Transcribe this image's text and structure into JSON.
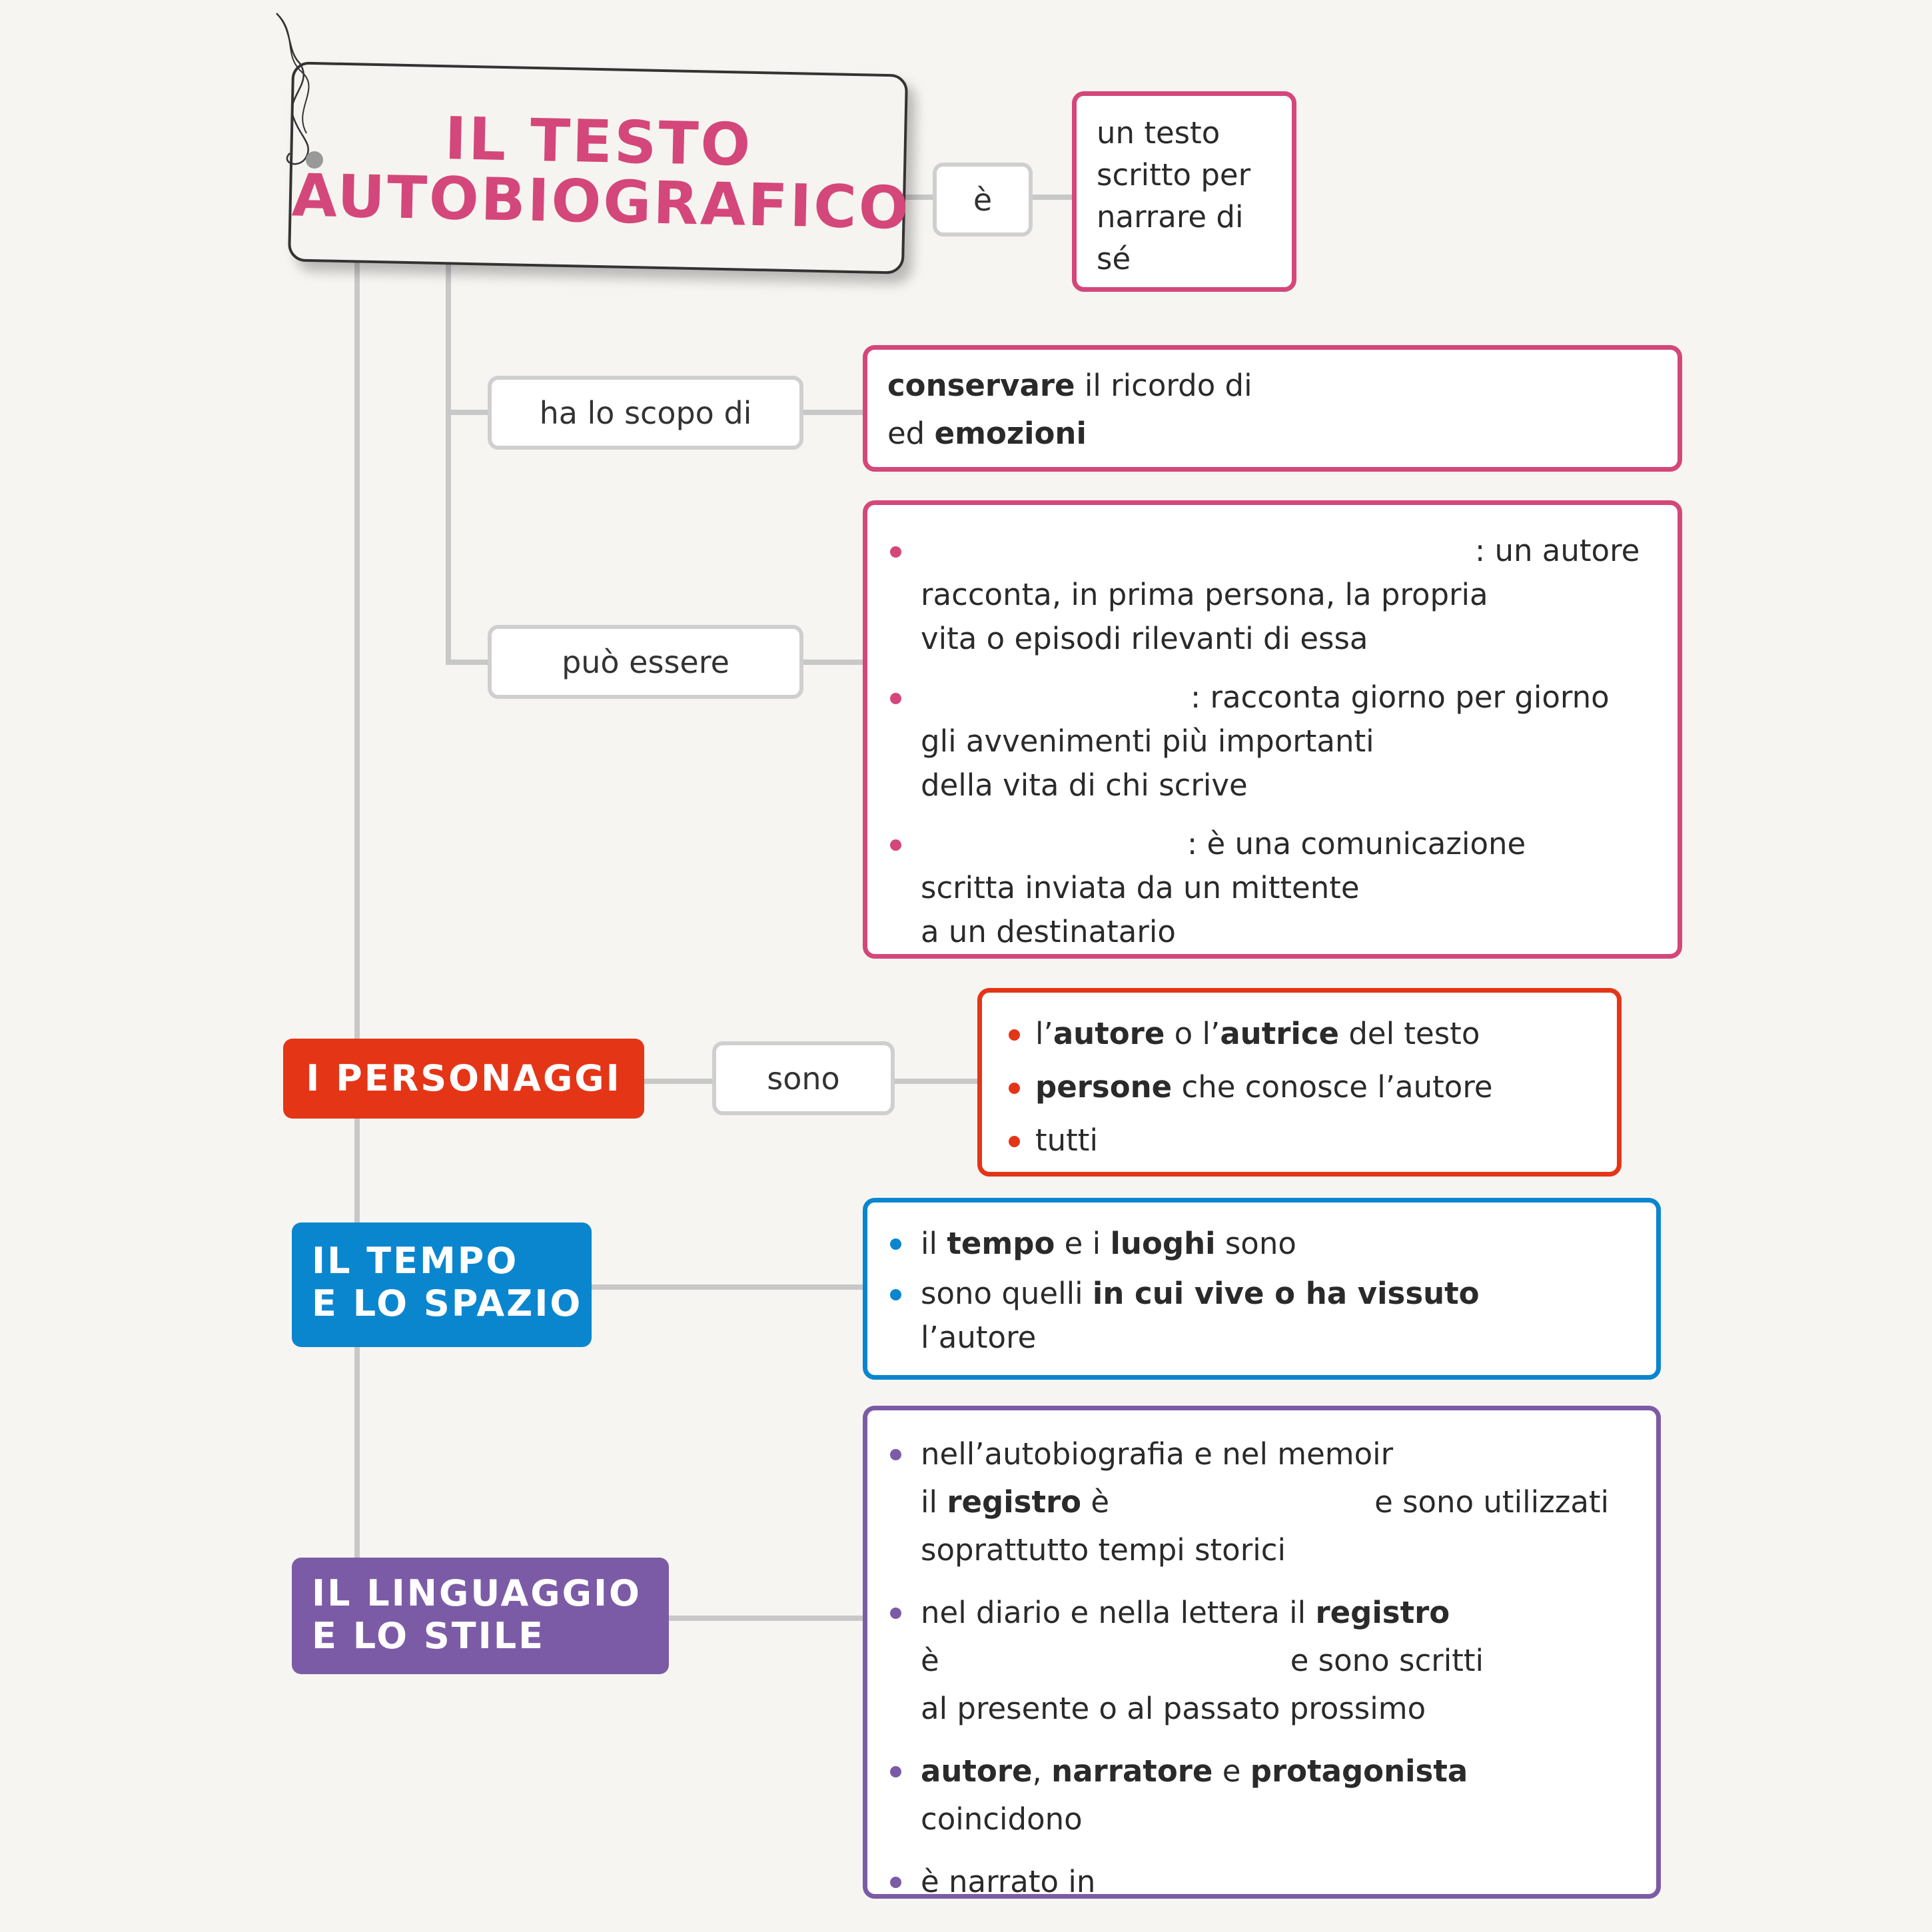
{
  "title": {
    "line1": "IL TESTO",
    "line2": "AUTOBIOGRAFICO"
  },
  "connectors": {
    "is": "è",
    "purpose": "ha lo scopo di",
    "can_be": "può essere",
    "are": "sono"
  },
  "definition": {
    "lines": [
      "un testo",
      "scritto per",
      "narrare di",
      "sé"
    ]
  },
  "purpose": {
    "l1_bold": "conservare",
    "l1_rest": " il ricordo di",
    "l2_pre": "ed ",
    "l2_bold": "emozioni"
  },
  "types": [
    {
      "l1": ": un autore",
      "l2": "racconta, in prima persona, la propria",
      "l3": "vita o episodi rilevanti di essa"
    },
    {
      "l1": ": racconta giorno per giorno",
      "l2": "gli avvenimenti più importanti",
      "l3": "della vita di chi scrive"
    },
    {
      "l1": ": è una comunicazione",
      "l2": "scritta inviata da un mittente",
      "l3": "a un destinatario"
    }
  ],
  "characters": {
    "label": "I PERSONAGGI",
    "items": [
      {
        "a": "l’",
        "b1": "autore",
        "c": " o l’",
        "b2": "autrice",
        "d": " del testo"
      },
      {
        "b1": "persone",
        "c": " che conosce l’autore"
      },
      {
        "c": "tutti"
      }
    ]
  },
  "time_space": {
    "label1": "IL TEMPO",
    "label2": "E LO SPAZIO",
    "i1_a": "il ",
    "i1_b1": "tempo",
    "i1_c": " e i ",
    "i1_b2": "luoghi",
    "i1_d": " sono",
    "i2_a": "sono quelli ",
    "i2_b": "in cui vive o ha vissuto",
    "i2_l2": "l’autore"
  },
  "language": {
    "label1": "IL LINGUAGGIO",
    "label2": "E LO STILE",
    "i1_l1": "nell’autobiografia e nel memoir",
    "i1_l2_a": "il ",
    "i1_l2_b": "registro",
    "i1_l2_c": " è",
    "i1_l2_d": "e sono utilizzati",
    "i1_l3": "soprattutto tempi storici",
    "i2_l1_a": "nel diario e nella lettera il ",
    "i2_l1_b": "registro",
    "i2_l2_a": "è",
    "i2_l2_b": "e sono scritti",
    "i2_l3": "al presente o al passato prossimo",
    "i3_b1": "autore",
    "i3_c1": ", ",
    "i3_b2": "narratore",
    "i3_c2": " e ",
    "i3_b3": "protagonista",
    "i3_l2": "coincidono",
    "i4": "è narrato in"
  },
  "colors": {
    "pink": "#d4477a",
    "red": "#e43517",
    "blue": "#0a86cf",
    "purple": "#7c5ba6"
  }
}
